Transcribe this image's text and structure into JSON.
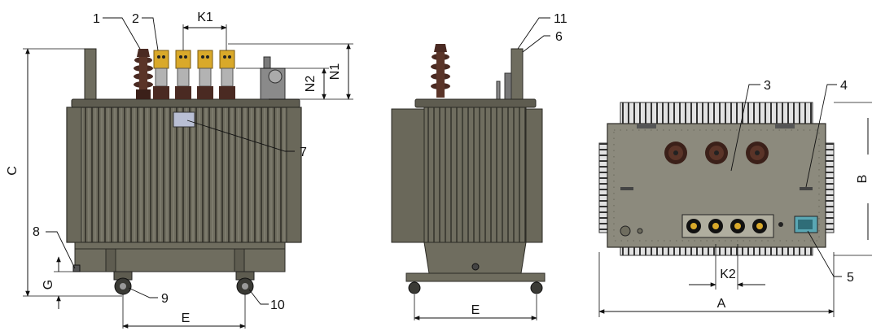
{
  "views": {
    "front": {
      "dimension_labels": {
        "c": "C",
        "e": "E",
        "g": "G",
        "k1": "K1",
        "n1": "N1",
        "n2": "N2"
      },
      "callouts": {
        "c1": "1",
        "c2": "2",
        "c7": "7",
        "c8": "8",
        "c9": "9",
        "c10": "10"
      }
    },
    "side": {
      "dimension_labels": {
        "e": "E"
      },
      "callouts": {
        "c6": "6",
        "c11": "11"
      }
    },
    "top": {
      "dimension_labels": {
        "a": "A",
        "b": "B",
        "k2": "K2"
      },
      "callouts": {
        "c3": "3",
        "c4": "4",
        "c5": "5"
      }
    }
  },
  "colors": {
    "tank": "#6f6d5f",
    "tank_dark": "#4d4c42",
    "fin_line": "#2f2e27",
    "porcelain": "#4a2a22",
    "terminal_gold": "#d9a92a",
    "lid": "#8c8a7d",
    "radiator_top": "#d5d5d5",
    "line": "#111111"
  }
}
